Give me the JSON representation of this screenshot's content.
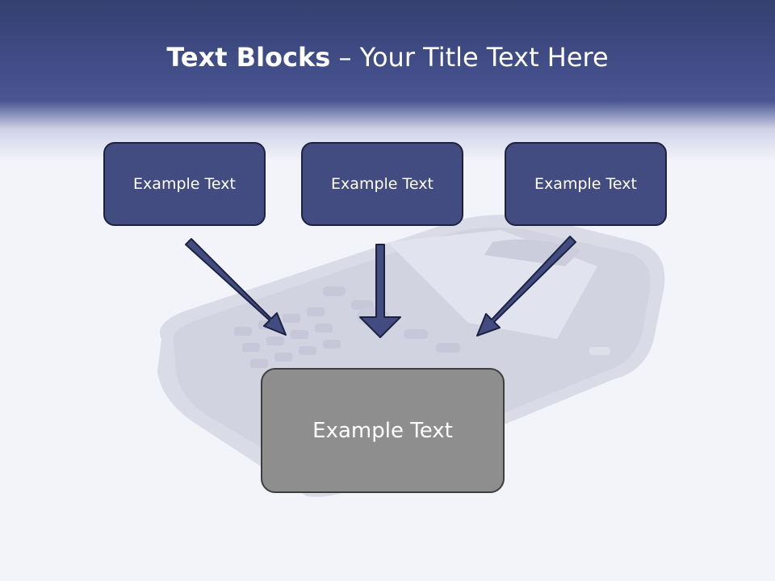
{
  "slide": {
    "title_bold": "Text Blocks",
    "title_dash": " – ",
    "title_rest": "Your Title Text Here"
  },
  "blocks": [
    {
      "label": "Example Text"
    },
    {
      "label": "Example Text"
    },
    {
      "label": "Example Text"
    }
  ],
  "target": {
    "label": "Example Text"
  },
  "colors": {
    "header": "#404b87",
    "box_fill": "#434c80",
    "box_border": "#1c2340",
    "target_fill": "#8e8e8e",
    "arrow": "#434c80",
    "background": "#f3f4fa"
  },
  "icons": {
    "background_image": "smartphone-photo",
    "arrows": "arrow-icon"
  }
}
